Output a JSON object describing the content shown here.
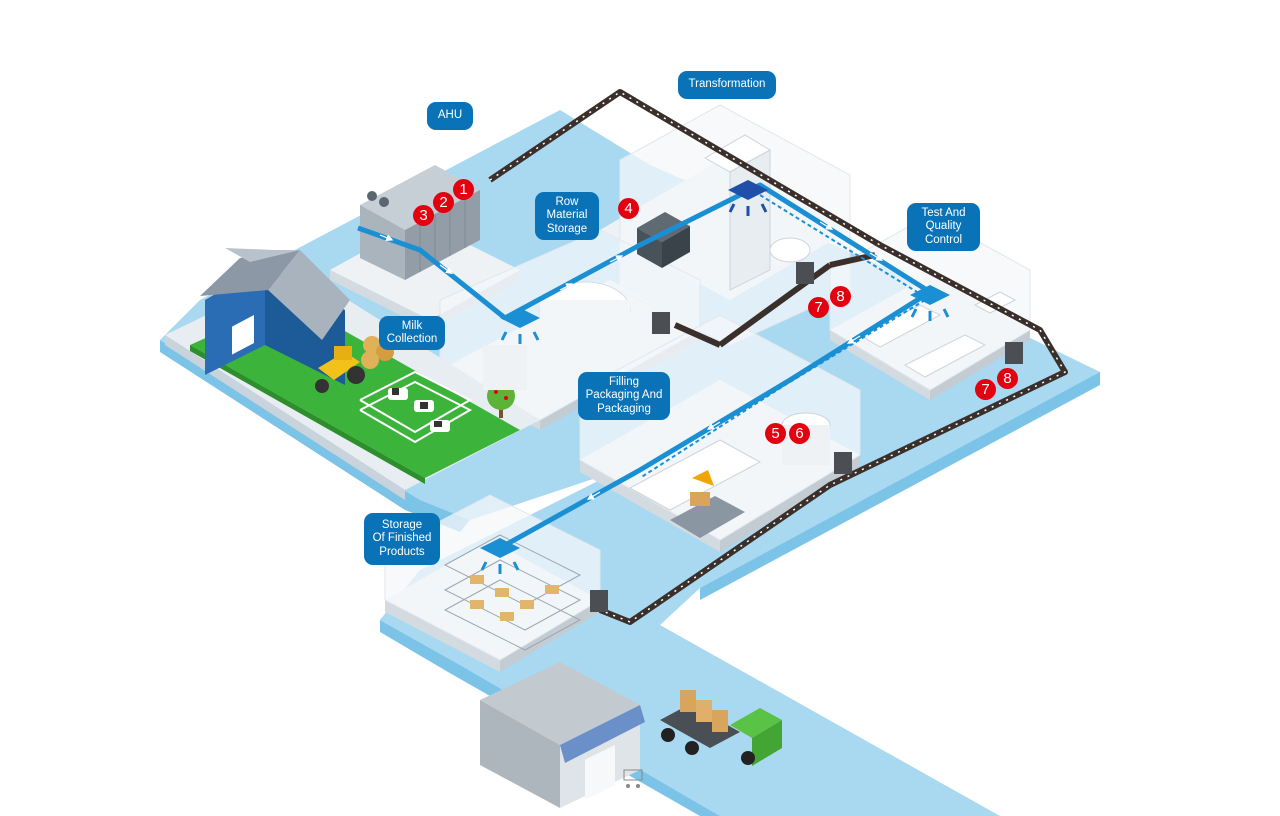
{
  "labels": {
    "ahu": [
      "AHU"
    ],
    "transformation": [
      "Transformation"
    ],
    "raw_storage": [
      "Row",
      "Material",
      "Storage"
    ],
    "test_quality": [
      "Test And",
      "Quality",
      "Control"
    ],
    "milk_collection": [
      "Milk",
      "Collection"
    ],
    "filling": [
      "Filling",
      "Packaging And",
      "Packaging"
    ],
    "finished_storage": [
      "Storage",
      "Of Finished",
      "Products"
    ]
  },
  "badges": [
    "1",
    "2",
    "3",
    "4",
    "5",
    "6",
    "7",
    "8",
    "7",
    "8"
  ],
  "colors": {
    "accent": "#0a73b7",
    "badge": "#e3000f",
    "water": "#a9d8f1",
    "floor": "#eef2f5",
    "air_duct": "#1b8fd4",
    "return_duct": "#3a2f2a",
    "grass": "#3cb43c",
    "barn": "#2a6db5",
    "truck_cab": "#5ac245"
  },
  "icons": [
    "air-diffuser-icon",
    "exhaust-vent-icon",
    "fan-icon",
    "cow-icon",
    "tree-icon",
    "tractor-icon",
    "shopping-cart-icon"
  ]
}
